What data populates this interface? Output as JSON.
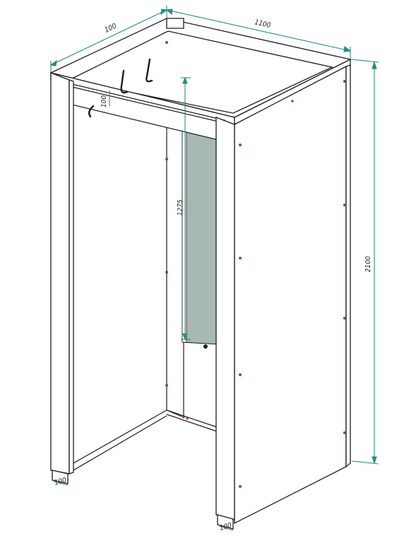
{
  "colors": {
    "dimension": "#2a8c7e",
    "outline": "#1c1c1c",
    "mirror": "#a8b8b5",
    "hardware": "#8a3c7a"
  },
  "dimensions": {
    "top_width": "1100",
    "top_depth": "100",
    "height": "2100",
    "mirror_height": "1275",
    "rail_height": "100",
    "foot_left": "100",
    "foot_right": "100"
  }
}
